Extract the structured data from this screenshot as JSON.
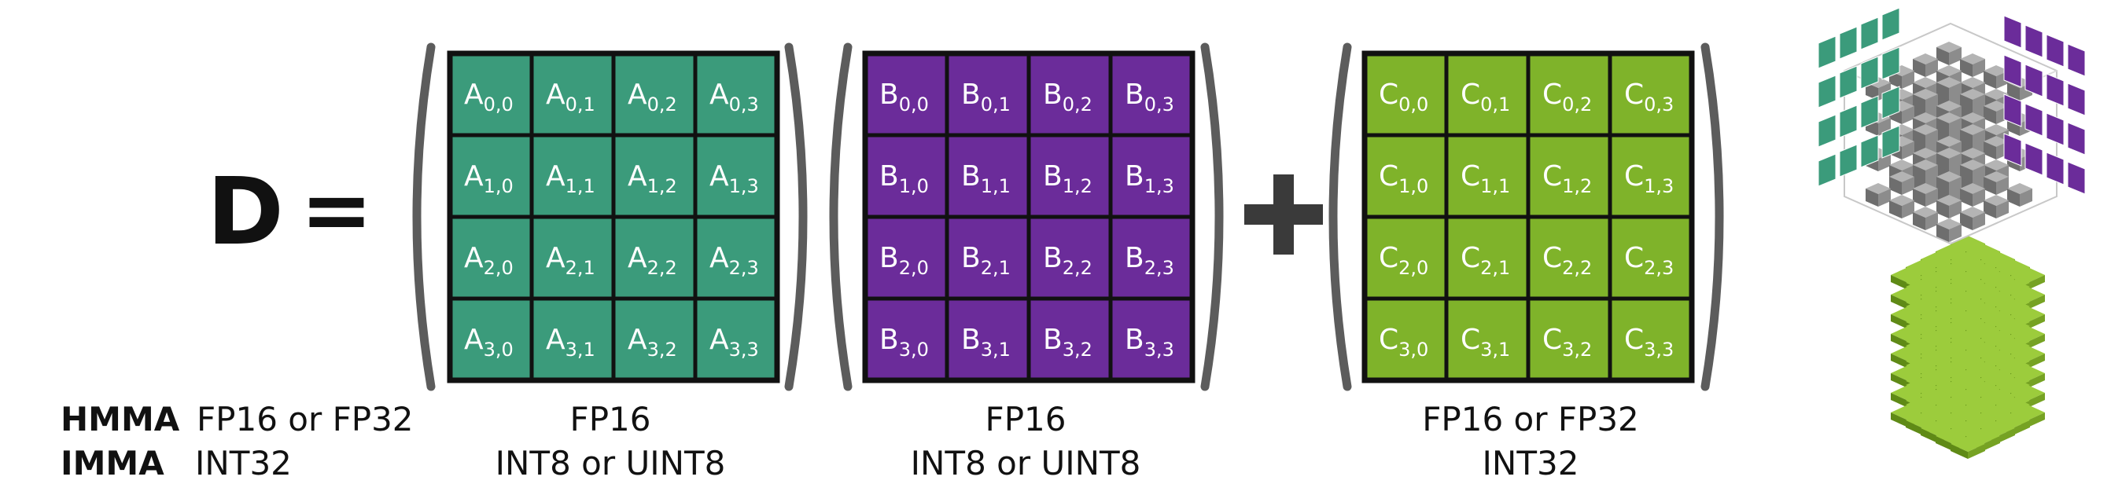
{
  "equation": {
    "lhs": "D",
    "equals": "=",
    "plus": "+"
  },
  "matrices": [
    {
      "letter": "A",
      "color": "#3b9b7b"
    },
    {
      "letter": "B",
      "color": "#6b2c9a"
    },
    {
      "letter": "C",
      "color": "#7fb32a"
    }
  ],
  "rows": [
    "0",
    "1",
    "2",
    "3"
  ],
  "cols": [
    "0",
    "1",
    "2",
    "3"
  ],
  "labels": {
    "hmma": "HMMA",
    "imma": "IMMA",
    "d_hmma": "FP16 or FP32",
    "d_imma": "INT32",
    "a_hmma": "FP16",
    "a_imma": "INT8 or UINT8",
    "b_hmma": "FP16",
    "b_imma": "INT8 or UINT8",
    "c_hmma": "FP16 or FP32",
    "c_imma": "INT32"
  },
  "colors": {
    "grid": "#111111",
    "paren": "#5c5c5c",
    "plus": "#3a3a3a",
    "cube_gray": "#8c8c8c",
    "cube_green": "#76a223"
  }
}
